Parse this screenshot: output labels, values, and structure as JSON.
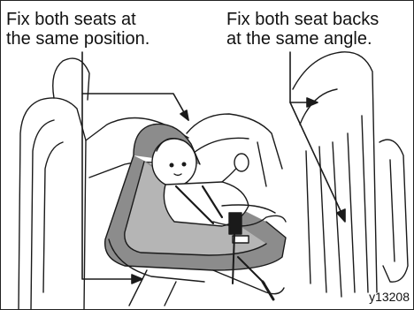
{
  "captions": {
    "left": "Fix both seats at\nthe same position.",
    "right": "Fix both seat backs\nat the same angle."
  },
  "figure_id": "y13208",
  "colors": {
    "line": "#1a1a1a",
    "seat_shade": "#8c8c8c",
    "seat_light": "#b5b5b5",
    "background": "#ffffff"
  }
}
